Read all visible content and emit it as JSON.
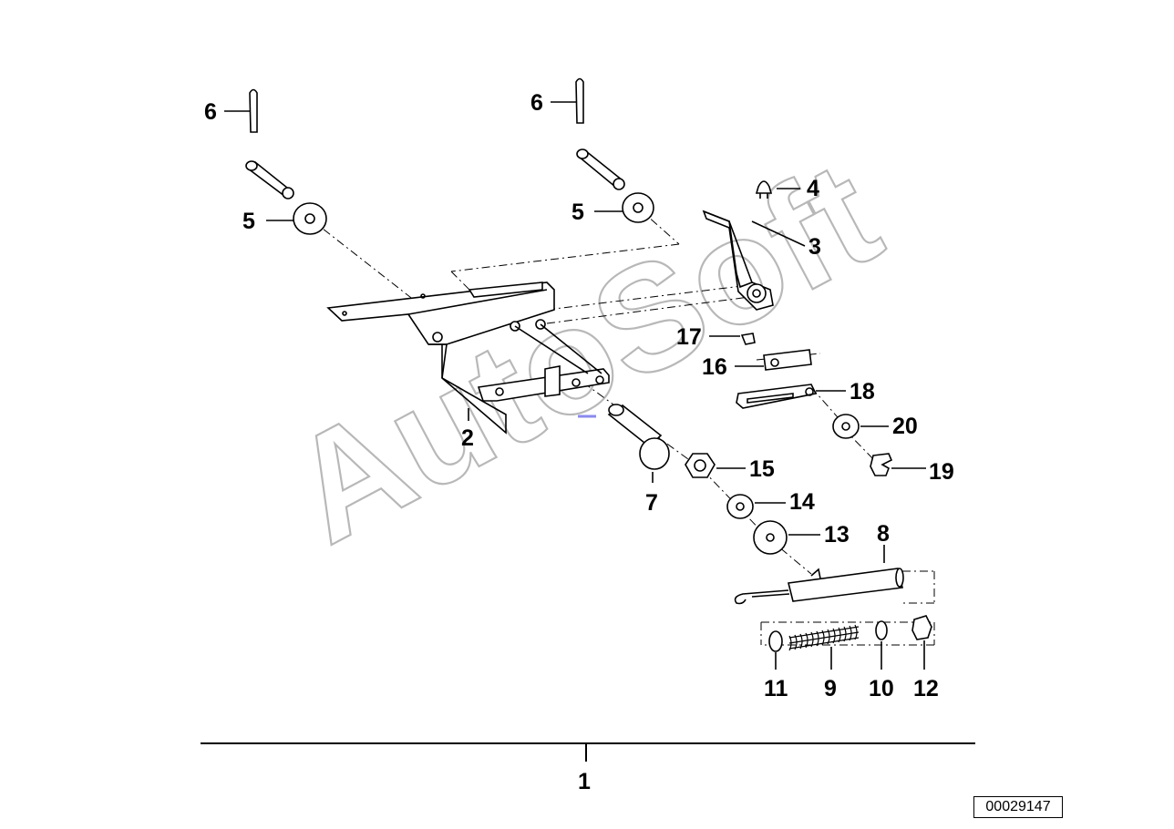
{
  "diagram": {
    "part_labels": [
      {
        "id": "p6a",
        "text": "6"
      },
      {
        "id": "p6b",
        "text": "6"
      },
      {
        "id": "p5a",
        "text": "5"
      },
      {
        "id": "p5b",
        "text": "5"
      },
      {
        "id": "p4",
        "text": "4"
      },
      {
        "id": "p3",
        "text": "3"
      },
      {
        "id": "p17",
        "text": "17"
      },
      {
        "id": "p16",
        "text": "16"
      },
      {
        "id": "p18",
        "text": "18"
      },
      {
        "id": "p20",
        "text": "20"
      },
      {
        "id": "p19",
        "text": "19"
      },
      {
        "id": "p2",
        "text": "2"
      },
      {
        "id": "p15",
        "text": "15"
      },
      {
        "id": "p7",
        "text": "7"
      },
      {
        "id": "p14",
        "text": "14"
      },
      {
        "id": "p13",
        "text": "13"
      },
      {
        "id": "p8",
        "text": "8"
      },
      {
        "id": "p11",
        "text": "11"
      },
      {
        "id": "p9",
        "text": "9"
      },
      {
        "id": "p10",
        "text": "10"
      },
      {
        "id": "p12",
        "text": "12"
      },
      {
        "id": "p1",
        "text": "1"
      }
    ],
    "watermark": "AutoSoft",
    "reference_number": "00029147"
  }
}
